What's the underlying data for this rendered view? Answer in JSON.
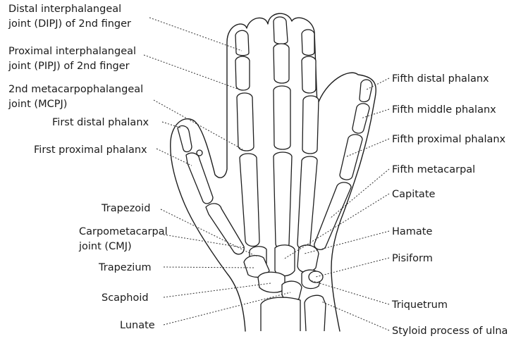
{
  "labels_left": [
    {
      "id": "dipj",
      "lines": [
        "Distal interphalangeal",
        "joint (DIPJ) of 2nd finger"
      ]
    },
    {
      "id": "pipj",
      "lines": [
        "Proximal interphalangeal",
        "joint (PIPJ) of 2nd finger"
      ]
    },
    {
      "id": "mcpj",
      "lines": [
        "2nd metacarpophalangeal",
        "joint (MCPJ)"
      ]
    },
    {
      "id": "first-distal",
      "lines": [
        "First distal phalanx"
      ]
    },
    {
      "id": "first-proximal",
      "lines": [
        "First proximal phalanx"
      ]
    },
    {
      "id": "trapezoid",
      "lines": [
        "Trapezoid"
      ]
    },
    {
      "id": "cmj",
      "lines": [
        "Carpometacarpal",
        "joint (CMJ)"
      ]
    },
    {
      "id": "trapezium",
      "lines": [
        "Trapezium"
      ]
    },
    {
      "id": "scaphoid",
      "lines": [
        "Scaphoid"
      ]
    },
    {
      "id": "lunate",
      "lines": [
        "Lunate"
      ]
    }
  ],
  "labels_right": [
    {
      "id": "fifth-distal",
      "lines": [
        "Fifth distal phalanx"
      ]
    },
    {
      "id": "fifth-middle",
      "lines": [
        "Fifth middle phalanx"
      ]
    },
    {
      "id": "fifth-proximal",
      "lines": [
        "Fifth proximal phalanx"
      ]
    },
    {
      "id": "fifth-metacarpal",
      "lines": [
        "Fifth metacarpal"
      ]
    },
    {
      "id": "capitate",
      "lines": [
        "Capitate"
      ]
    },
    {
      "id": "hamate",
      "lines": [
        "Hamate"
      ]
    },
    {
      "id": "pisiform",
      "lines": [
        "Pisiform"
      ]
    },
    {
      "id": "triquetrum",
      "lines": [
        "Triquetrum"
      ]
    },
    {
      "id": "styloid-ulna",
      "lines": [
        "Styloid process of ulna"
      ]
    }
  ]
}
